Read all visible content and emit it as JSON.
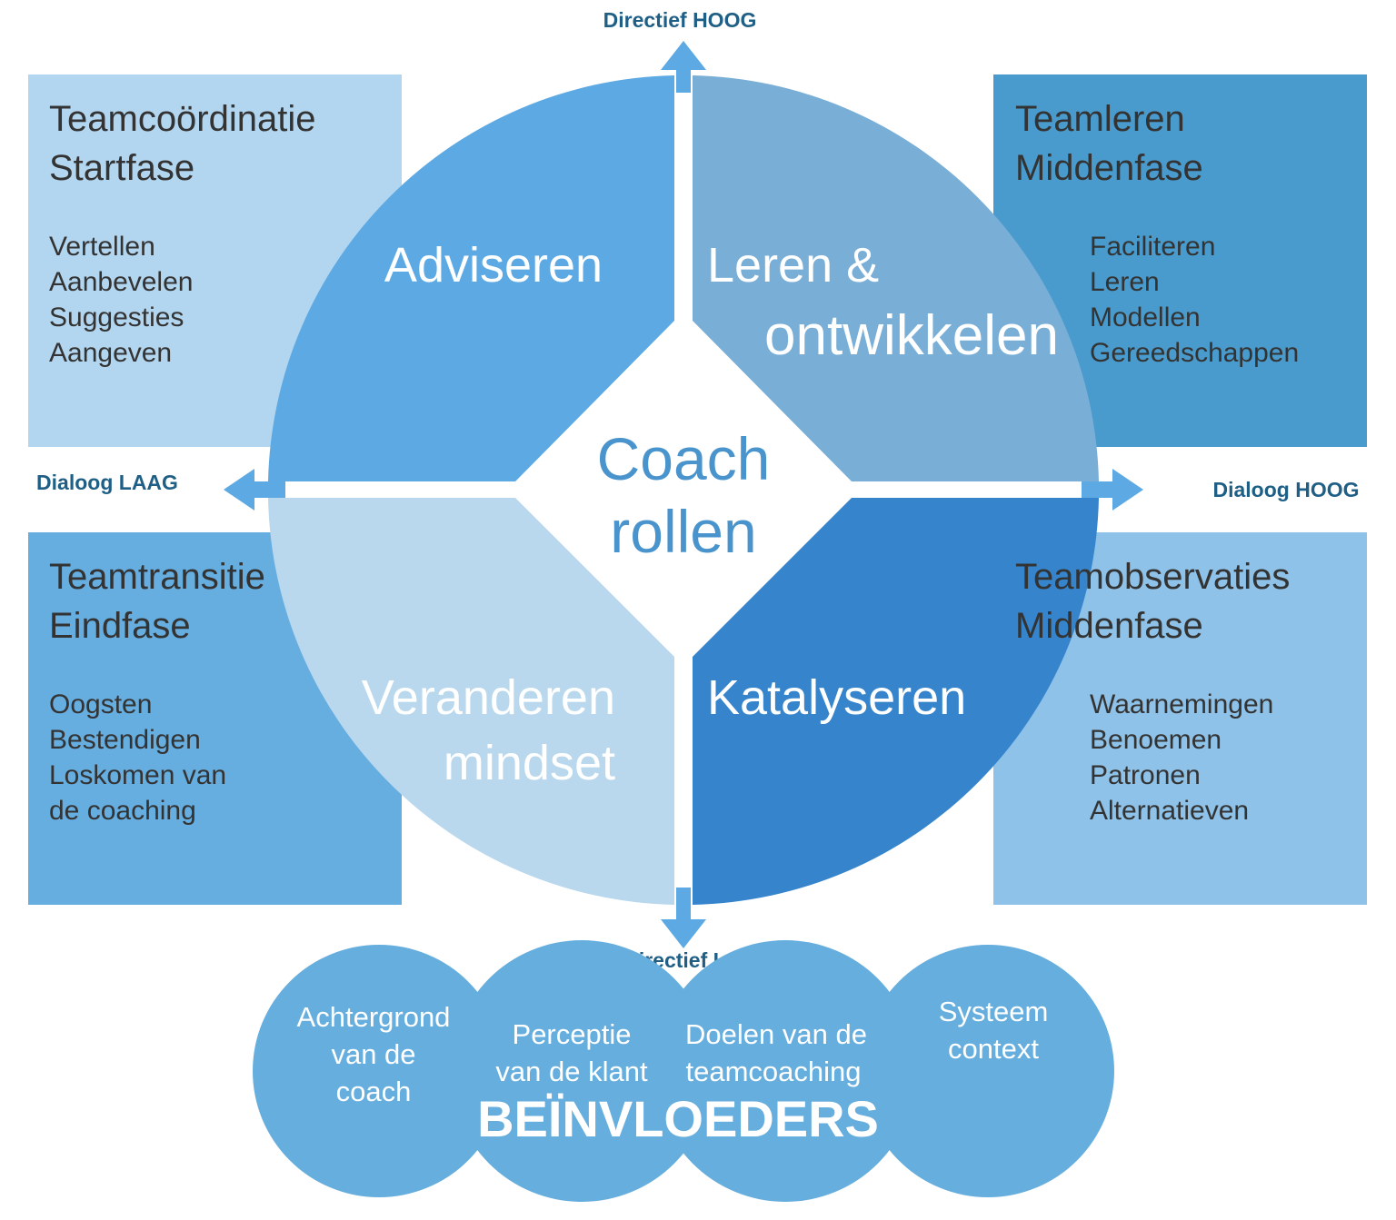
{
  "colors": {
    "box_top_left": "#b3d6f0",
    "box_top_right": "#4a9bcd",
    "box_bottom_left": "#66ade0",
    "box_bottom_right": "#8ec2e8",
    "quad_top_left": "#5ca9e3",
    "quad_top_right": "#79aed6",
    "quad_bottom_left": "#b9d8ed",
    "quad_bottom_right": "#3584cc",
    "center_text": "#4a94cd",
    "axis_label": "#1f5f86",
    "arrow": "#5ca9e3",
    "bubble": "#66aede",
    "box_text": "#333333"
  },
  "axes": {
    "top": "Directief HOOG",
    "bottom": "Directief LAAG",
    "left": "Dialoog LAAG",
    "right": "Dialoog HOOG"
  },
  "center": {
    "line1": "Coach",
    "line2": "rollen"
  },
  "quadrants": {
    "top_left": {
      "line1": "Adviseren"
    },
    "top_right": {
      "line1": "Leren &",
      "line2": "ontwikkelen"
    },
    "bottom_left": {
      "line1": "Veranderen",
      "line2": "mindset"
    },
    "bottom_right": {
      "line1": "Katalyseren"
    }
  },
  "boxes": {
    "top_left": {
      "title1": "Teamcoördinatie",
      "title2": "Startfase",
      "items": [
        "Vertellen",
        "Aanbevelen",
        "Suggesties",
        "Aangeven"
      ]
    },
    "top_right": {
      "title1": "Teamleren",
      "title2": "Middenfase",
      "items": [
        "Faciliteren",
        "Leren",
        "Modellen",
        "Gereedschappen"
      ]
    },
    "bottom_left": {
      "title1": "Teamtransitie",
      "title2": "Eindfase",
      "items": [
        "Oogsten",
        "Bestendigen",
        "Loskomen van",
        "de coaching"
      ]
    },
    "bottom_right": {
      "title1": "Teamobservaties",
      "title2": "Middenfase",
      "items": [
        "Waarnemingen",
        "Benoemen",
        "Patronen",
        "Alternatieven"
      ]
    }
  },
  "bubbles": [
    {
      "lines": [
        "Achtergrond",
        "van de",
        "coach"
      ]
    },
    {
      "lines": [
        "Perceptie",
        "van de klant"
      ]
    },
    {
      "lines": [
        "Doelen van de",
        "teamcoaching"
      ]
    },
    {
      "lines": [
        "Systeem",
        "context"
      ]
    }
  ],
  "bubbles_title": "BEÏNVLOEDERS"
}
